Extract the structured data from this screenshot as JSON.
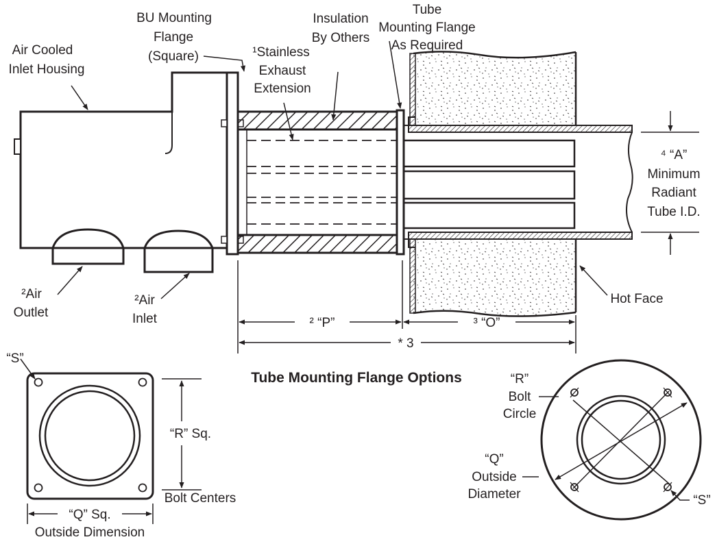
{
  "diagram": {
    "labels": {
      "air_cooled": [
        "Air Cooled",
        "Inlet Housing"
      ],
      "bu_flange": [
        "BU Mounting",
        "Flange",
        "(Square)"
      ],
      "stainless": [
        "¹Stainless",
        "Exhaust",
        "Extension"
      ],
      "insulation": [
        "Insulation",
        "By Others"
      ],
      "tube_flange": [
        "Tube",
        "Mounting Flange",
        "As Required"
      ],
      "min_tube": [
        "⁴ “A”",
        "Minimum",
        "Radiant",
        "Tube I.D."
      ],
      "air_outlet": [
        "²Air",
        "Outlet"
      ],
      "air_inlet": [
        "²Air",
        "Inlet"
      ],
      "hot_face": "Hot Face",
      "dim_p": "² “P”",
      "dim_o": "³ “O”",
      "dim_total": "* 3",
      "flange_options_title": "Tube Mounting Flange Options",
      "sq_s": "“S”",
      "sq_r": "“R” Sq.",
      "sq_bolt_centers": "Bolt Centers",
      "sq_q": "“Q” Sq.",
      "sq_outside_dim": "Outside Dimension",
      "rd_r": [
        "“R”",
        "Bolt",
        "Circle"
      ],
      "rd_q": [
        "“Q”",
        "Outside",
        "Diameter"
      ],
      "rd_s": "“S”"
    }
  }
}
